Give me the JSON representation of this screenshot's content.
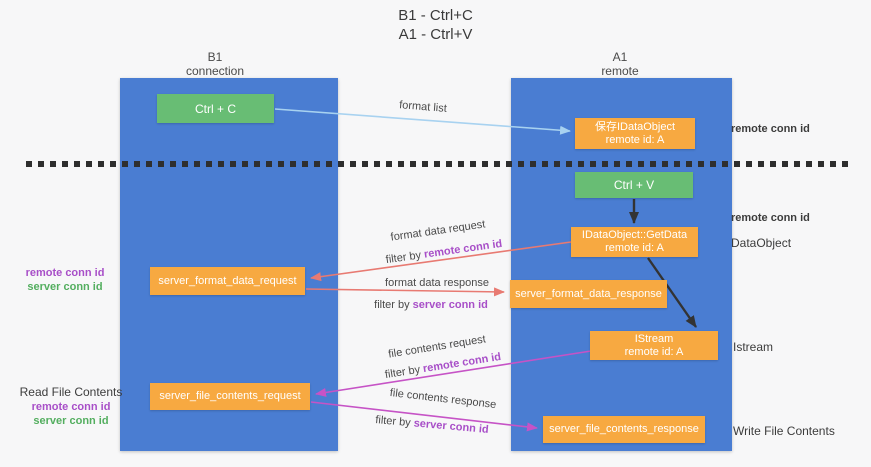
{
  "title": {
    "line1": "B1 - Ctrl+C",
    "line2": "A1 - Ctrl+V"
  },
  "columns": {
    "left": {
      "name": "B1",
      "role": "connection"
    },
    "right": {
      "name": "A1",
      "role": "remote"
    }
  },
  "boxes": {
    "ctrl_c": "Ctrl + C",
    "ctrl_v": "Ctrl + V",
    "save_idataobject": {
      "line1": "保存IDataObject",
      "line2": "remote id: A"
    },
    "getdata": {
      "line1": "IDataObject::GetData",
      "line2": "remote id: A"
    },
    "istream": {
      "line1": "IStream",
      "line2": "remote id: A"
    },
    "server_format_data_request": "server_format_data_request",
    "server_format_data_response": "server_format_data_response",
    "server_file_contents_request": "server_file_contents_request",
    "server_file_contents_response": "server_file_contents_response"
  },
  "edge_labels": {
    "format_list": "format list",
    "format_data_request": {
      "text": "format data request",
      "filter": "filter by ",
      "key": "remote conn id"
    },
    "format_data_response": {
      "text": "format data response",
      "filter": "filter by ",
      "key": "server conn id"
    },
    "file_contents_request": {
      "text": "file contents request",
      "filter": "filter by ",
      "key": "remote conn id"
    },
    "file_contents_response": {
      "text": "file contents response",
      "filter": "filter by ",
      "key": "server conn id"
    }
  },
  "side_labels": {
    "top_right_remote_conn_id": "remote conn id",
    "mid_right_remote_conn_id": "remote conn id",
    "dataobject": "DataObject",
    "istream": "Istream",
    "write_file_contents": "Write File Contents",
    "left_top": {
      "remote": "remote conn id",
      "server": "server conn id"
    },
    "left_bottom": {
      "title": "Read File Contents",
      "remote": "remote conn id",
      "server": "server conn id"
    }
  },
  "colors": {
    "column_blue": "#4a7dd2",
    "box_green": "#68bd74",
    "box_orange": "#f7a941",
    "arrow_light_blue": "#a8d2f0",
    "arrow_red": "#e87a72",
    "arrow_magenta": "#c653c6",
    "arrow_black": "#333333",
    "text_purple": "#a84fc8",
    "text_green": "#53ae5f",
    "dashed_line": "#2e2e2e"
  }
}
